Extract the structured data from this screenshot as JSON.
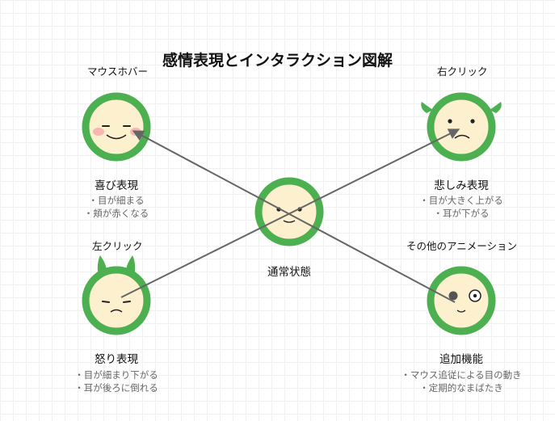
{
  "title": "感情表現とインタラクション図解",
  "center": {
    "caption": "通常状態"
  },
  "panels": {
    "hover": {
      "label": "マウスホバー",
      "caption": "喜び表現",
      "notes": [
        "・目が細まる",
        "・頬が赤くなる"
      ]
    },
    "right_click": {
      "label": "右クリック",
      "caption": "悲しみ表現",
      "notes": [
        "・目が大きく上がる",
        "・耳が下がる"
      ]
    },
    "left_click": {
      "label": "左クリック",
      "caption": "怒り表現",
      "notes": [
        "・目が細まり下がる",
        "・耳が後ろに倒れる"
      ]
    },
    "other": {
      "label": "その他のアニメーション",
      "caption": "追加機能",
      "notes": [
        "・マウス追従による目の動き",
        "・定期的なまばたき"
      ]
    }
  },
  "colors": {
    "ring": "#4caf50",
    "face": "#fdf0cf",
    "arrow": "#666666",
    "blush": "#f7b6b0"
  }
}
